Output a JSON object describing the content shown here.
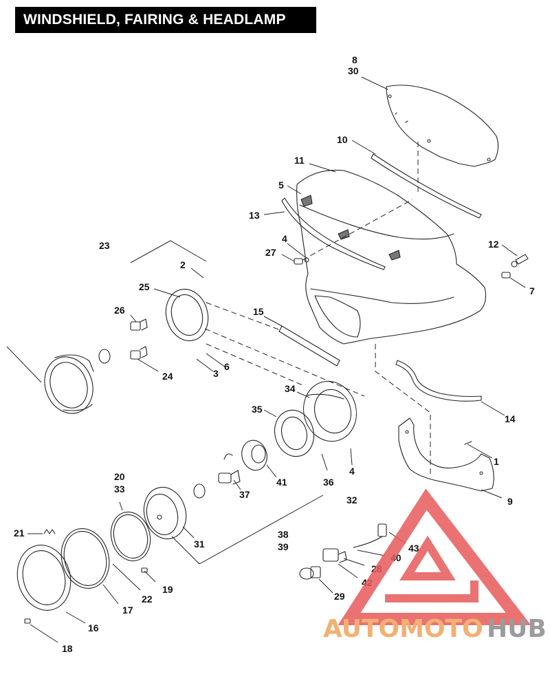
{
  "title": "WINDSHIELD, FAIRING & HEADLAMP",
  "callouts": [
    {
      "id": "c8",
      "text": "8"
    },
    {
      "id": "c30",
      "text": "30"
    },
    {
      "id": "c10",
      "text": "10"
    },
    {
      "id": "c11",
      "text": "11"
    },
    {
      "id": "c5",
      "text": "5"
    },
    {
      "id": "c13",
      "text": "13"
    },
    {
      "id": "c4a",
      "text": "4"
    },
    {
      "id": "c27",
      "text": "27"
    },
    {
      "id": "c12",
      "text": "12"
    },
    {
      "id": "c7",
      "text": "7"
    },
    {
      "id": "c23",
      "text": "23"
    },
    {
      "id": "c2",
      "text": "2"
    },
    {
      "id": "c25",
      "text": "25"
    },
    {
      "id": "c26",
      "text": "26"
    },
    {
      "id": "c15",
      "text": "15"
    },
    {
      "id": "c6",
      "text": "6"
    },
    {
      "id": "c3",
      "text": "3"
    },
    {
      "id": "c24",
      "text": "24"
    },
    {
      "id": "c34",
      "text": "34"
    },
    {
      "id": "c35",
      "text": "35"
    },
    {
      "id": "c14",
      "text": "14"
    },
    {
      "id": "c1",
      "text": "1"
    },
    {
      "id": "c9",
      "text": "9"
    },
    {
      "id": "c36",
      "text": "36"
    },
    {
      "id": "c4b",
      "text": "4"
    },
    {
      "id": "c32",
      "text": "32"
    },
    {
      "id": "c41",
      "text": "41"
    },
    {
      "id": "c37",
      "text": "37"
    },
    {
      "id": "c20",
      "text": "20"
    },
    {
      "id": "c33",
      "text": "33"
    },
    {
      "id": "c31",
      "text": "31"
    },
    {
      "id": "c38",
      "text": "38"
    },
    {
      "id": "c39",
      "text": "39"
    },
    {
      "id": "c21",
      "text": "21"
    },
    {
      "id": "c19",
      "text": "19"
    },
    {
      "id": "c22",
      "text": "22"
    },
    {
      "id": "c17",
      "text": "17"
    },
    {
      "id": "c16",
      "text": "16"
    },
    {
      "id": "c18",
      "text": "18"
    },
    {
      "id": "c43",
      "text": "43"
    },
    {
      "id": "c40",
      "text": "40"
    },
    {
      "id": "c28",
      "text": "28"
    },
    {
      "id": "c42",
      "text": "42"
    },
    {
      "id": "c29",
      "text": "29"
    }
  ],
  "watermark": {
    "part1": "AUTOMOTO",
    "part2": "HUB",
    "color1": "#f0a35a",
    "color2": "#8a8a8a",
    "logo_color": "#e85a5a"
  }
}
